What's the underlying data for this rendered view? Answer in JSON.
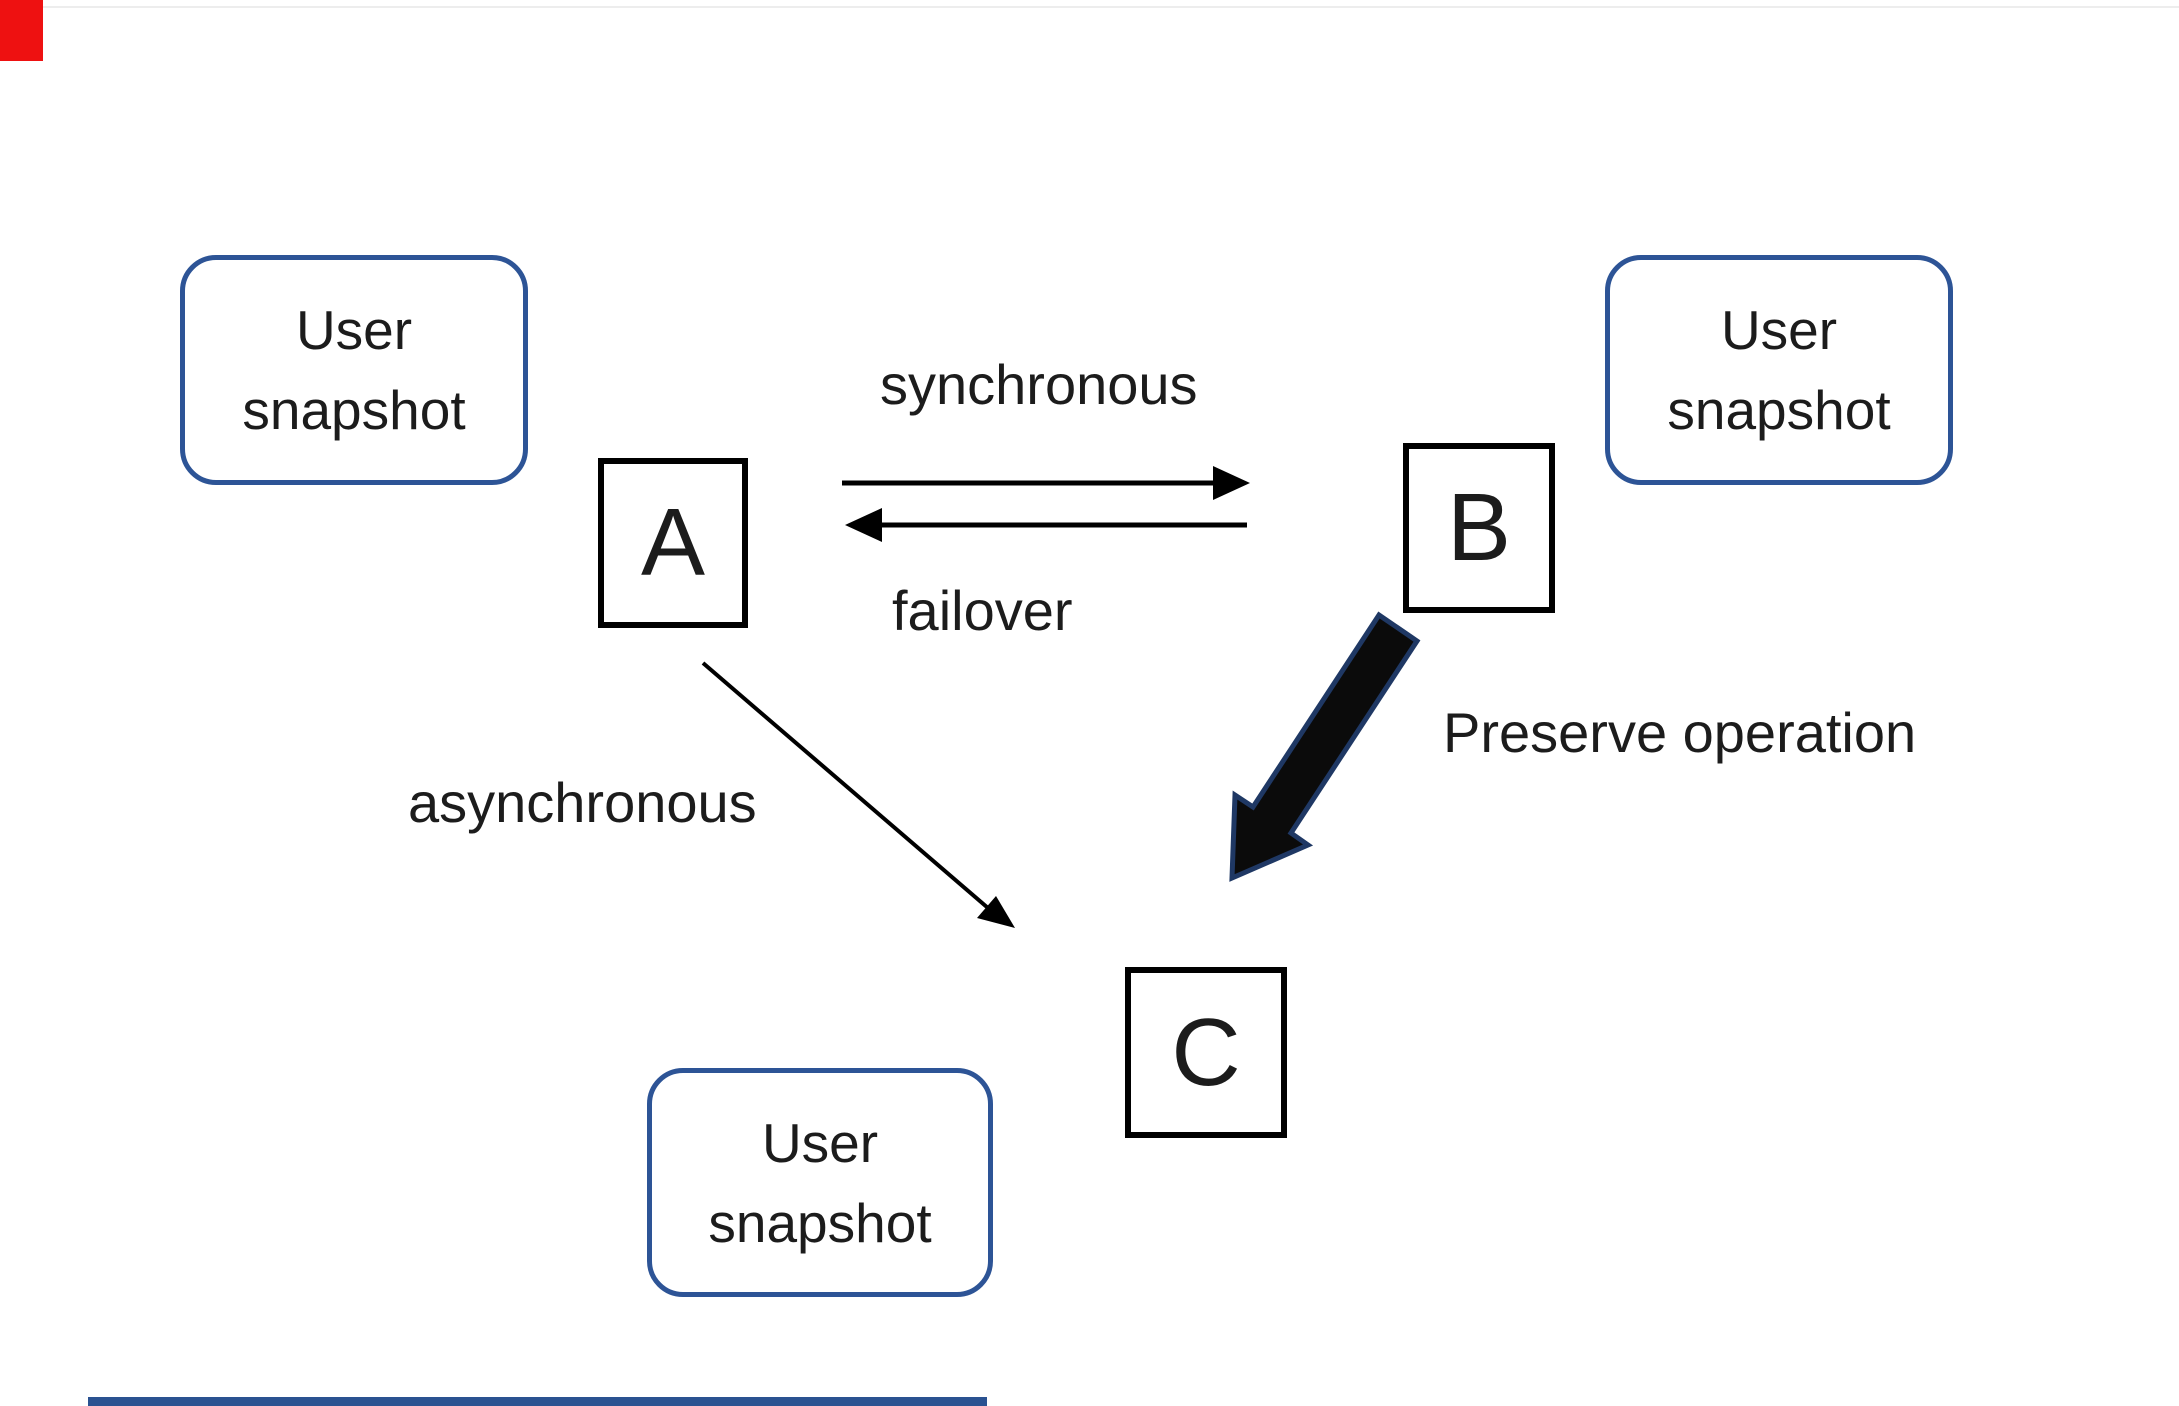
{
  "snapshots": [
    {
      "position": "top-left",
      "line1": "User",
      "line2": "snapshot"
    },
    {
      "position": "top-right",
      "line1": "User",
      "line2": "snapshot"
    },
    {
      "position": "bottom",
      "line1": "User",
      "line2": "snapshot"
    }
  ],
  "nodes": [
    {
      "label": "A"
    },
    {
      "label": "B"
    },
    {
      "label": "C"
    }
  ],
  "edges": {
    "a_to_b": {
      "label": "synchronous"
    },
    "b_to_a": {
      "label": "failover"
    },
    "a_to_c": {
      "label": "asynchronous"
    },
    "b_to_c": {
      "label": "Preserve operation"
    }
  },
  "colors": {
    "snapshot_box_border": "#2d5496",
    "node_box_border": "#000000",
    "text": "#1c1c1c",
    "arrow_black": "#000000",
    "thick_arrow_fill": "#0b0b0b",
    "thick_arrow_outline": "#1f3864",
    "top_left_marker_red": "#ee1111",
    "bottom_marker_blue": "#2a5291",
    "page_background": "#ffffff"
  }
}
